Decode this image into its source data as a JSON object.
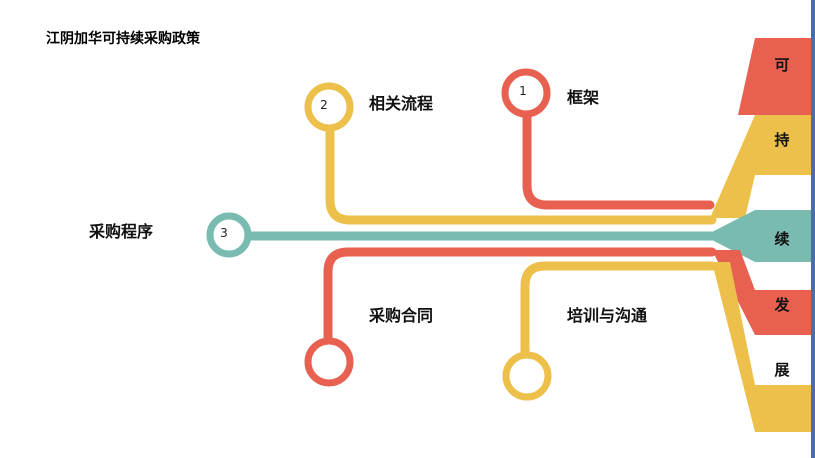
{
  "title": "江阴加华可持续采购政策",
  "branches": [
    {
      "num": "1",
      "label": "框架"
    },
    {
      "num": "2",
      "label": "相关流程"
    },
    {
      "num": "3",
      "label": "采购程序"
    },
    {
      "num": "",
      "label": "采购合同"
    },
    {
      "num": "",
      "label": "培训与沟通"
    }
  ],
  "side_chars": [
    "可",
    "持",
    "续",
    "发",
    "展"
  ],
  "colors": {
    "red": "#e8604f",
    "yellow": "#ecc04a",
    "teal": "#79bbb0",
    "frame": "#4a6ea8"
  }
}
